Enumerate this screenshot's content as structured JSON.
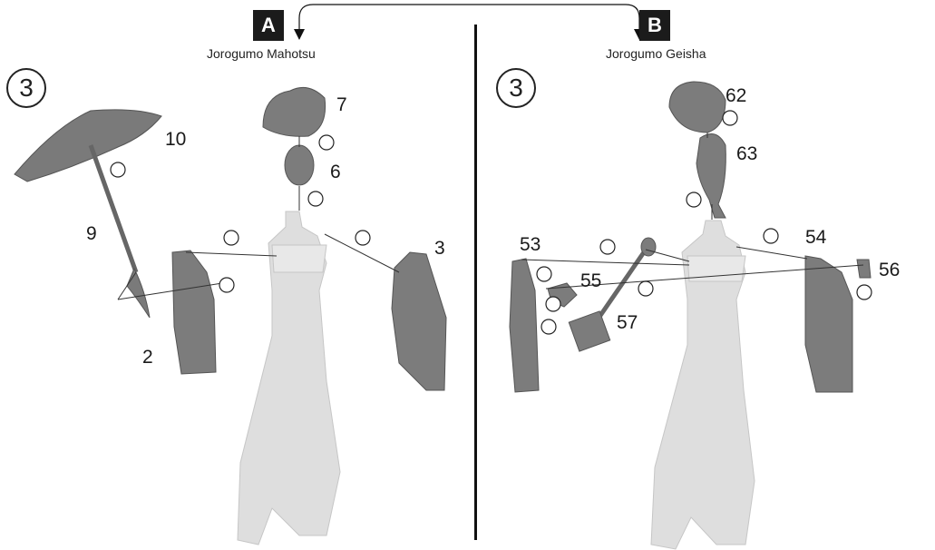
{
  "variant_a": {
    "badge": "A",
    "name": "Jorogumo Mahotsu"
  },
  "variant_b": {
    "badge": "B",
    "name": "Jorogumo Geisha"
  },
  "step_left": "3",
  "step_right": "3",
  "parts_left": {
    "p10": "10",
    "p9": "9",
    "p2": "2",
    "p7": "7",
    "p6": "6",
    "p3": "3"
  },
  "parts_right": {
    "p62": "62",
    "p63": "63",
    "p53": "53",
    "p54": "54",
    "p55": "55",
    "p56": "56",
    "p57": "57"
  },
  "glue_icon": "glue-tube-icon",
  "colors": {
    "part_gray": "#7a7a7a",
    "body_gray": "#dedede",
    "ink": "#1a1a1a"
  }
}
